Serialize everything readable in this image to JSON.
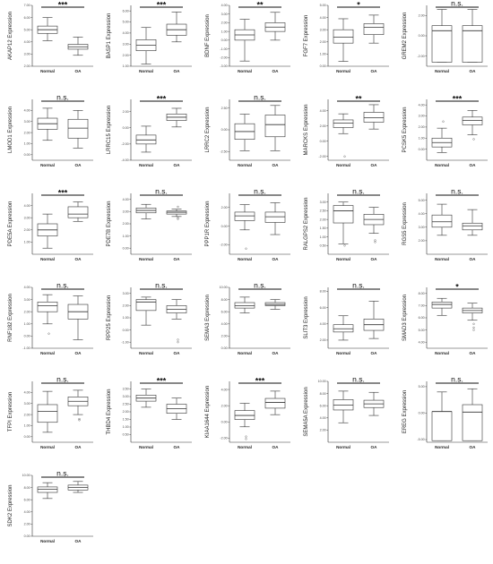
{
  "chart_data": [
    {
      "type": "box",
      "title": "",
      "ylabel": "AKAP12 Expression",
      "categories": [
        "Normal",
        "OA"
      ],
      "ylim": [
        2.0,
        7.0
      ],
      "yticks": [
        "2.00",
        "3.00",
        "4.00",
        "5.00",
        "6.00",
        "7.00"
      ],
      "significance": "***",
      "series": [
        {
          "name": "Normal",
          "min": 4.1,
          "q1": 4.7,
          "median": 5.0,
          "q3": 5.3,
          "max": 6.0,
          "outliers": []
        },
        {
          "name": "OA",
          "min": 2.9,
          "q1": 3.4,
          "median": 3.6,
          "q3": 3.8,
          "max": 4.4,
          "outliers": []
        }
      ]
    },
    {
      "type": "box",
      "title": "",
      "ylabel": "BASP1 Expression",
      "categories": [
        "Normal",
        "OA"
      ],
      "ylim": [
        1.0,
        6.5
      ],
      "yticks": [
        "1.00",
        "2.00",
        "3.00",
        "4.00",
        "5.00",
        "6.00"
      ],
      "significance": "***",
      "series": [
        {
          "name": "Normal",
          "min": 1.2,
          "q1": 2.4,
          "median": 2.9,
          "q3": 3.4,
          "max": 4.5,
          "outliers": []
        },
        {
          "name": "OA",
          "min": 3.2,
          "q1": 3.8,
          "median": 4.3,
          "q3": 4.8,
          "max": 5.9,
          "outliers": []
        }
      ]
    },
    {
      "type": "box",
      "title": "",
      "ylabel": "BDNF Expression",
      "categories": [
        "Normal",
        "OA"
      ],
      "ylim": [
        -3.0,
        4.0
      ],
      "yticks": [
        "-3.00",
        "-2.00",
        "-1.00",
        "0.00",
        "1.00",
        "2.00",
        "3.00",
        "4.00"
      ],
      "significance": "**",
      "series": [
        {
          "name": "Normal",
          "min": -2.4,
          "q1": 0.0,
          "median": 0.6,
          "q3": 1.2,
          "max": 2.4,
          "outliers": []
        },
        {
          "name": "OA",
          "min": 0.0,
          "q1": 1.0,
          "median": 1.5,
          "q3": 2.0,
          "max": 3.2,
          "outliers": []
        }
      ]
    },
    {
      "type": "box",
      "title": "",
      "ylabel": "FGF7 Expression",
      "categories": [
        "Normal",
        "OA"
      ],
      "ylim": [
        0.0,
        5.0
      ],
      "yticks": [
        "0.00",
        "1.00",
        "2.00",
        "3.00",
        "4.00",
        "5.00"
      ],
      "significance": "*",
      "series": [
        {
          "name": "Normal",
          "min": 0.4,
          "q1": 1.9,
          "median": 2.4,
          "q3": 3.0,
          "max": 3.9,
          "outliers": []
        },
        {
          "name": "OA",
          "min": 1.9,
          "q1": 2.6,
          "median": 3.2,
          "q3": 3.5,
          "max": 4.2,
          "outliers": []
        }
      ]
    },
    {
      "type": "box",
      "title": "",
      "ylabel": "GREM2 Expression",
      "categories": [
        "Normal",
        "OA"
      ],
      "ylim": [
        -3.0,
        3.0
      ],
      "yticks": [
        "-2.00",
        "0.00",
        "2.00"
      ],
      "significance": "n.s.",
      "series": [
        {
          "name": "Normal",
          "min": -2.6,
          "q1": -2.6,
          "median": 0.5,
          "q3": 1.0,
          "max": 2.6,
          "outliers": []
        },
        {
          "name": "OA",
          "min": -2.6,
          "q1": -2.6,
          "median": 0.5,
          "q3": 1.0,
          "max": 2.6,
          "outliers": []
        }
      ]
    },
    {
      "type": "box",
      "title": "",
      "ylabel": "LMOD1 Expression",
      "categories": [
        "Normal",
        "OA"
      ],
      "ylim": [
        -0.5,
        5.0
      ],
      "yticks": [
        "0.00",
        "1.00",
        "2.00",
        "3.00",
        "4.00"
      ],
      "significance": "n.s.",
      "series": [
        {
          "name": "Normal",
          "min": 1.3,
          "q1": 2.3,
          "median": 2.8,
          "q3": 3.3,
          "max": 4.2,
          "outliers": []
        },
        {
          "name": "OA",
          "min": 0.6,
          "q1": 1.5,
          "median": 2.4,
          "q3": 3.2,
          "max": 4.0,
          "outliers": []
        }
      ]
    },
    {
      "type": "box",
      "title": "",
      "ylabel": "LRRC15 Expression",
      "categories": [
        "Normal",
        "OA"
      ],
      "ylim": [
        -4.0,
        3.5
      ],
      "yticks": [
        "-4.00",
        "-2.00",
        "0.00",
        "2.00"
      ],
      "significance": "***",
      "series": [
        {
          "name": "Normal",
          "min": -3.0,
          "q1": -2.0,
          "median": -1.5,
          "q3": -0.9,
          "max": 0.2,
          "outliers": []
        },
        {
          "name": "OA",
          "min": 0.1,
          "q1": 0.9,
          "median": 1.3,
          "q3": 1.7,
          "max": 2.4,
          "outliers": []
        }
      ]
    },
    {
      "type": "box",
      "title": "",
      "ylabel": "LRRC2 Expression",
      "categories": [
        "Normal",
        "OA"
      ],
      "ylim": [
        -3.5,
        3.5
      ],
      "yticks": [
        "-2.50",
        "0.00",
        "2.50"
      ],
      "significance": "n.s.",
      "series": [
        {
          "name": "Normal",
          "min": -2.4,
          "q1": -1.1,
          "median": -0.2,
          "q3": 0.7,
          "max": 1.8,
          "outliers": []
        },
        {
          "name": "OA",
          "min": -2.4,
          "q1": -0.8,
          "median": 0.6,
          "q3": 1.7,
          "max": 2.8,
          "outliers": []
        }
      ]
    },
    {
      "type": "box",
      "title": "",
      "ylabel": "MARCKS Expression",
      "categories": [
        "Normal",
        "OA"
      ],
      "ylim": [
        -2.5,
        5.5
      ],
      "yticks": [
        "-2.00",
        "0.00",
        "2.00",
        "4.00"
      ],
      "significance": "**",
      "series": [
        {
          "name": "Normal",
          "min": 1.0,
          "q1": 1.8,
          "median": 2.4,
          "q3": 2.8,
          "max": 3.6,
          "outliers": [
            -2.0
          ]
        },
        {
          "name": "OA",
          "min": 1.6,
          "q1": 2.5,
          "median": 3.1,
          "q3": 3.8,
          "max": 4.8,
          "outliers": []
        }
      ]
    },
    {
      "type": "box",
      "title": "",
      "ylabel": "PCSK5 Expression",
      "categories": [
        "Normal",
        "OA"
      ],
      "ylim": [
        -1.0,
        4.5
      ],
      "yticks": [
        "0.00",
        "1.00",
        "2.00",
        "3.00",
        "4.00"
      ],
      "significance": "***",
      "series": [
        {
          "name": "Normal",
          "min": -0.3,
          "q1": 0.2,
          "median": 0.6,
          "q3": 1.0,
          "max": 1.9,
          "outliers": [
            2.5
          ]
        },
        {
          "name": "OA",
          "min": 1.3,
          "q1": 2.2,
          "median": 2.6,
          "q3": 2.9,
          "max": 3.5,
          "outliers": [
            0.9
          ]
        }
      ]
    },
    {
      "type": "box",
      "title": "",
      "ylabel": "PDE5A Expression",
      "categories": [
        "Normal",
        "OA"
      ],
      "ylim": [
        0.0,
        5.0
      ],
      "yticks": [
        "1.00",
        "2.00",
        "3.00",
        "4.00"
      ],
      "significance": "***",
      "series": [
        {
          "name": "Normal",
          "min": 0.5,
          "q1": 1.5,
          "median": 2.0,
          "q3": 2.5,
          "max": 3.3,
          "outliers": []
        },
        {
          "name": "OA",
          "min": 2.7,
          "q1": 3.0,
          "median": 3.3,
          "q3": 3.9,
          "max": 4.3,
          "outliers": []
        }
      ]
    },
    {
      "type": "box",
      "title": "",
      "ylabel": "PDE7B Expression",
      "categories": [
        "Normal",
        "OA"
      ],
      "ylim": [
        -0.5,
        4.5
      ],
      "yticks": [
        "0.00",
        "1.00",
        "2.00",
        "3.00",
        "4.00"
      ],
      "significance": "n.s.",
      "series": [
        {
          "name": "Normal",
          "min": 2.4,
          "q1": 2.9,
          "median": 3.1,
          "q3": 3.3,
          "max": 3.6,
          "outliers": []
        },
        {
          "name": "OA",
          "min": 2.6,
          "q1": 2.8,
          "median": 2.95,
          "q3": 3.05,
          "max": 3.2,
          "outliers": [
            2.5,
            2.4,
            3.4
          ]
        }
      ]
    },
    {
      "type": "box",
      "title": "",
      "ylabel": "PPP1R Expression",
      "categories": [
        "Normal",
        "OA"
      ],
      "ylim": [
        -3.0,
        3.5
      ],
      "yticks": [
        "-2.00",
        "0.00",
        "2.00"
      ],
      "significance": "n.s.",
      "series": [
        {
          "name": "Normal",
          "min": -0.4,
          "q1": 0.6,
          "median": 1.1,
          "q3": 1.5,
          "max": 2.3,
          "outliers": [
            -2.4
          ]
        },
        {
          "name": "OA",
          "min": -0.9,
          "q1": 0.4,
          "median": 1.0,
          "q3": 1.5,
          "max": 2.5,
          "outliers": []
        }
      ]
    },
    {
      "type": "box",
      "title": "",
      "ylabel": "RALGPS2 Expression",
      "categories": [
        "Normal",
        "OA"
      ],
      "ylim": [
        0.0,
        3.5
      ],
      "yticks": [
        "0.50",
        "1.00",
        "1.50",
        "2.00",
        "2.50",
        "3.00"
      ],
      "significance": "n.s.",
      "series": [
        {
          "name": "Normal",
          "min": 0.6,
          "q1": 1.8,
          "median": 2.5,
          "q3": 2.8,
          "max": 3.0,
          "outliers": [
            0.5
          ]
        },
        {
          "name": "OA",
          "min": 1.2,
          "q1": 1.7,
          "median": 2.0,
          "q3": 2.3,
          "max": 2.7,
          "outliers": [
            0.8,
            0.7
          ]
        }
      ]
    },
    {
      "type": "box",
      "title": "",
      "ylabel": "RGS5 Expression",
      "categories": [
        "Normal",
        "OA"
      ],
      "ylim": [
        1.0,
        5.5
      ],
      "yticks": [
        "2.00",
        "3.00",
        "4.00",
        "5.00"
      ],
      "significance": "n.s.",
      "series": [
        {
          "name": "Normal",
          "min": 2.4,
          "q1": 3.0,
          "median": 3.4,
          "q3": 3.9,
          "max": 4.7,
          "outliers": []
        },
        {
          "name": "OA",
          "min": 2.4,
          "q1": 2.8,
          "median": 3.1,
          "q3": 3.3,
          "max": 4.3,
          "outliers": []
        }
      ]
    },
    {
      "type": "box",
      "title": "",
      "ylabel": "RNF182 Expression",
      "categories": [
        "Normal",
        "OA"
      ],
      "ylim": [
        -1.0,
        4.0
      ],
      "yticks": [
        "-1.00",
        "0.00",
        "1.00",
        "2.00",
        "3.00",
        "4.00"
      ],
      "significance": "n.s.",
      "series": [
        {
          "name": "Normal",
          "min": 1.0,
          "q1": 2.0,
          "median": 2.5,
          "q3": 2.8,
          "max": 3.4,
          "outliers": [
            0.2
          ]
        },
        {
          "name": "OA",
          "min": -0.3,
          "q1": 1.4,
          "median": 2.0,
          "q3": 2.6,
          "max": 3.3,
          "outliers": []
        }
      ]
    },
    {
      "type": "box",
      "title": "",
      "ylabel": "RPP25 Expression",
      "categories": [
        "Normal",
        "OA"
      ],
      "ylim": [
        -1.5,
        3.5
      ],
      "yticks": [
        "-1.00",
        "0.00",
        "1.00",
        "2.00",
        "3.00"
      ],
      "significance": "n.s.",
      "series": [
        {
          "name": "Normal",
          "min": 0.4,
          "q1": 1.6,
          "median": 2.3,
          "q3": 2.5,
          "max": 2.7,
          "outliers": []
        },
        {
          "name": "OA",
          "min": 0.9,
          "q1": 1.4,
          "median": 1.7,
          "q3": 2.0,
          "max": 2.5,
          "outliers": [
            -0.8,
            -1.0
          ]
        }
      ]
    },
    {
      "type": "box",
      "title": "",
      "ylabel": "SEMA3 Expression",
      "categories": [
        "Normal",
        "OA"
      ],
      "ylim": [
        0.0,
        10.0
      ],
      "yticks": [
        "0.00",
        "2.00",
        "4.00",
        "6.00",
        "8.00",
        "10.00"
      ],
      "significance": "n.s.",
      "series": [
        {
          "name": "Normal",
          "min": 5.8,
          "q1": 6.6,
          "median": 7.0,
          "q3": 7.5,
          "max": 8.4,
          "outliers": []
        },
        {
          "name": "OA",
          "min": 6.4,
          "q1": 7.0,
          "median": 7.2,
          "q3": 7.5,
          "max": 8.0,
          "outliers": []
        }
      ]
    },
    {
      "type": "box",
      "title": "",
      "ylabel": "SLIT3 Expression",
      "categories": [
        "Normal",
        "OA"
      ],
      "ylim": [
        1.0,
        8.5
      ],
      "yticks": [
        "2.00",
        "4.00",
        "6.00",
        "8.00"
      ],
      "significance": "n.s.",
      "series": [
        {
          "name": "Normal",
          "min": 2.0,
          "q1": 3.0,
          "median": 3.4,
          "q3": 3.9,
          "max": 5.0,
          "outliers": []
        },
        {
          "name": "OA",
          "min": 2.2,
          "q1": 3.2,
          "median": 3.9,
          "q3": 4.6,
          "max": 6.8,
          "outliers": []
        }
      ]
    },
    {
      "type": "box",
      "title": "",
      "ylabel": "SMAD3 Expression",
      "categories": [
        "Normal",
        "OA"
      ],
      "ylim": [
        3.5,
        8.5
      ],
      "yticks": [
        "4.00",
        "5.00",
        "6.00",
        "7.00",
        "8.00"
      ],
      "significance": "*",
      "series": [
        {
          "name": "Normal",
          "min": 6.2,
          "q1": 6.8,
          "median": 7.1,
          "q3": 7.3,
          "max": 7.6,
          "outliers": []
        },
        {
          "name": "OA",
          "min": 5.8,
          "q1": 6.4,
          "median": 6.6,
          "q3": 6.8,
          "max": 7.2,
          "outliers": [
            5.5,
            5.2,
            5.0
          ]
        }
      ]
    },
    {
      "type": "box",
      "title": "",
      "ylabel": "TFPI Expression",
      "categories": [
        "Normal",
        "OA"
      ],
      "ylim": [
        -0.5,
        5.0
      ],
      "yticks": [
        "0.00",
        "1.00",
        "2.00",
        "3.00",
        "4.00"
      ],
      "significance": "n.s.",
      "series": [
        {
          "name": "Normal",
          "min": 0.4,
          "q1": 1.3,
          "median": 2.3,
          "q3": 2.9,
          "max": 4.1,
          "outliers": []
        },
        {
          "name": "OA",
          "min": 2.0,
          "q1": 2.8,
          "median": 3.2,
          "q3": 3.6,
          "max": 4.2,
          "outliers": [
            1.6,
            1.5
          ]
        }
      ]
    },
    {
      "type": "box",
      "title": "",
      "ylabel": "THBD4 Expression",
      "categories": [
        "Normal",
        "OA"
      ],
      "ylim": [
        0.0,
        4.0
      ],
      "yticks": [
        "0.50",
        "1.00",
        "1.50",
        "2.00",
        "2.50",
        "3.00",
        "3.50"
      ],
      "significance": "***",
      "series": [
        {
          "name": "Normal",
          "min": 2.3,
          "q1": 2.7,
          "median": 2.9,
          "q3": 3.1,
          "max": 3.5,
          "outliers": []
        },
        {
          "name": "OA",
          "min": 1.5,
          "q1": 1.9,
          "median": 2.2,
          "q3": 2.5,
          "max": 2.9,
          "outliers": []
        }
      ]
    },
    {
      "type": "box",
      "title": "",
      "ylabel": "KIAA1644 Expression",
      "categories": [
        "Normal",
        "OA"
      ],
      "ylim": [
        -2.5,
        5.0
      ],
      "yticks": [
        "-2.00",
        "0.00",
        "2.00",
        "4.00"
      ],
      "significance": "***",
      "series": [
        {
          "name": "Normal",
          "min": -0.6,
          "q1": 0.3,
          "median": 0.8,
          "q3": 1.4,
          "max": 2.3,
          "outliers": [
            -1.8,
            -2.1
          ]
        },
        {
          "name": "OA",
          "min": 0.9,
          "q1": 1.7,
          "median": 2.4,
          "q3": 2.9,
          "max": 3.8,
          "outliers": []
        }
      ]
    },
    {
      "type": "box",
      "title": "",
      "ylabel": "SEMA5A Expression",
      "categories": [
        "Normal",
        "OA"
      ],
      "ylim": [
        0.0,
        10.0
      ],
      "yticks": [
        "2.00",
        "4.00",
        "6.00",
        "8.00",
        "10.00"
      ],
      "significance": "n.s.",
      "series": [
        {
          "name": "Normal",
          "min": 3.2,
          "q1": 5.3,
          "median": 6.1,
          "q3": 7.0,
          "max": 8.4,
          "outliers": []
        },
        {
          "name": "OA",
          "min": 4.4,
          "q1": 5.7,
          "median": 6.3,
          "q3": 6.9,
          "max": 8.2,
          "outliers": []
        }
      ]
    },
    {
      "type": "box",
      "title": "",
      "ylabel": "EREG Expression",
      "categories": [
        "Normal",
        "OA"
      ],
      "ylim": [
        -5.5,
        6.0
      ],
      "yticks": [
        "-5.00",
        "0.00",
        "5.00"
      ],
      "significance": "n.s.",
      "series": [
        {
          "name": "Normal",
          "min": -5.2,
          "q1": -5.2,
          "median": 0.3,
          "q3": 0.3,
          "max": 4.0,
          "outliers": []
        },
        {
          "name": "OA",
          "min": -5.2,
          "q1": -5.2,
          "median": 0.2,
          "q3": 1.6,
          "max": 4.6,
          "outliers": []
        }
      ]
    },
    {
      "type": "box",
      "title": "",
      "ylabel": "SDK2 Expression",
      "categories": [
        "Normal",
        "OA"
      ],
      "ylim": [
        0.0,
        10.0
      ],
      "yticks": [
        "0.00",
        "2.00",
        "4.00",
        "6.00",
        "8.00",
        "10.00"
      ],
      "significance": "n.s.",
      "series": [
        {
          "name": "Normal",
          "min": 6.2,
          "q1": 7.2,
          "median": 7.7,
          "q3": 8.1,
          "max": 8.8,
          "outliers": []
        },
        {
          "name": "OA",
          "min": 7.2,
          "q1": 7.6,
          "median": 8.0,
          "q3": 8.4,
          "max": 9.0,
          "outliers": []
        }
      ]
    }
  ]
}
